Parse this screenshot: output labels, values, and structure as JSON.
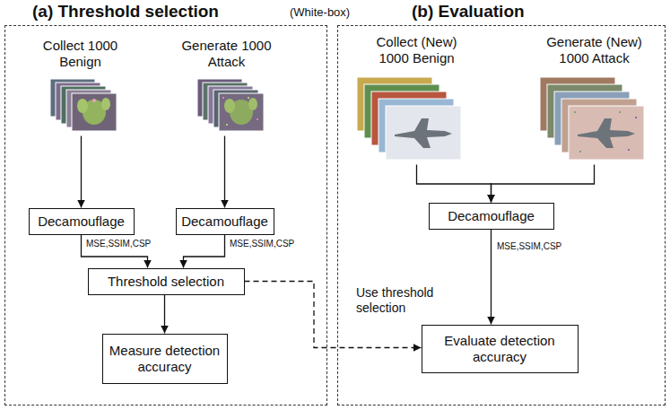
{
  "diagram": {
    "nodes": [
      {
        "text": [
          "(a) Threshold selection"
        ]
      },
      {
        "text": [
          "Collect 1000 Benign"
        ],
        "in": 0
      },
      {
        "text": [
          "Generate 1000 Attack"
        ],
        "in": 0
      },
      {
        "text": [
          "Decamouflage"
        ],
        "in": 0
      },
      {
        "text": [
          "Decamouflage"
        ],
        "in": 0
      },
      {
        "text": [
          "Threshold selection"
        ],
        "in": 0
      },
      {
        "text": [
          "Measure detection accuracy"
        ],
        "in": 0
      },
      {
        "text": [
          "(b) Evaluation"
        ]
      },
      {
        "text": [
          "Collect (New) 1000 Benign"
        ],
        "in": 7
      },
      {
        "text": [
          "Generate (New) 1000 Attack"
        ],
        "in": 7
      },
      {
        "text": [
          "Decamouflage"
        ],
        "in": 7
      },
      {
        "text": [
          "Evaluate detection accuracy"
        ],
        "in": 7
      }
    ],
    "edges": [
      {
        "from": 1,
        "to": 3,
        "arrow": "to"
      },
      {
        "from": 2,
        "to": 4,
        "arrow": "to"
      },
      {
        "from": 3,
        "to": 5,
        "label": "MSE,SSIM,CSP",
        "arrow": "to"
      },
      {
        "from": 4,
        "to": 5,
        "label": "MSE,SSIM,CSP",
        "arrow": "to"
      },
      {
        "from": 5,
        "to": 6,
        "arrow": "to"
      },
      {
        "from": 5,
        "to": 11,
        "label": "Use threshold selection",
        "arrow": "to"
      },
      {
        "from": 8,
        "to": 10,
        "arrow": "to"
      },
      {
        "from": 9,
        "to": 10,
        "arrow": "to"
      },
      {
        "from": 10,
        "to": 11,
        "label": "MSE,SSIM,CSP",
        "arrow": "to"
      }
    ],
    "labels": [
      "(White-box)"
    ]
  }
}
